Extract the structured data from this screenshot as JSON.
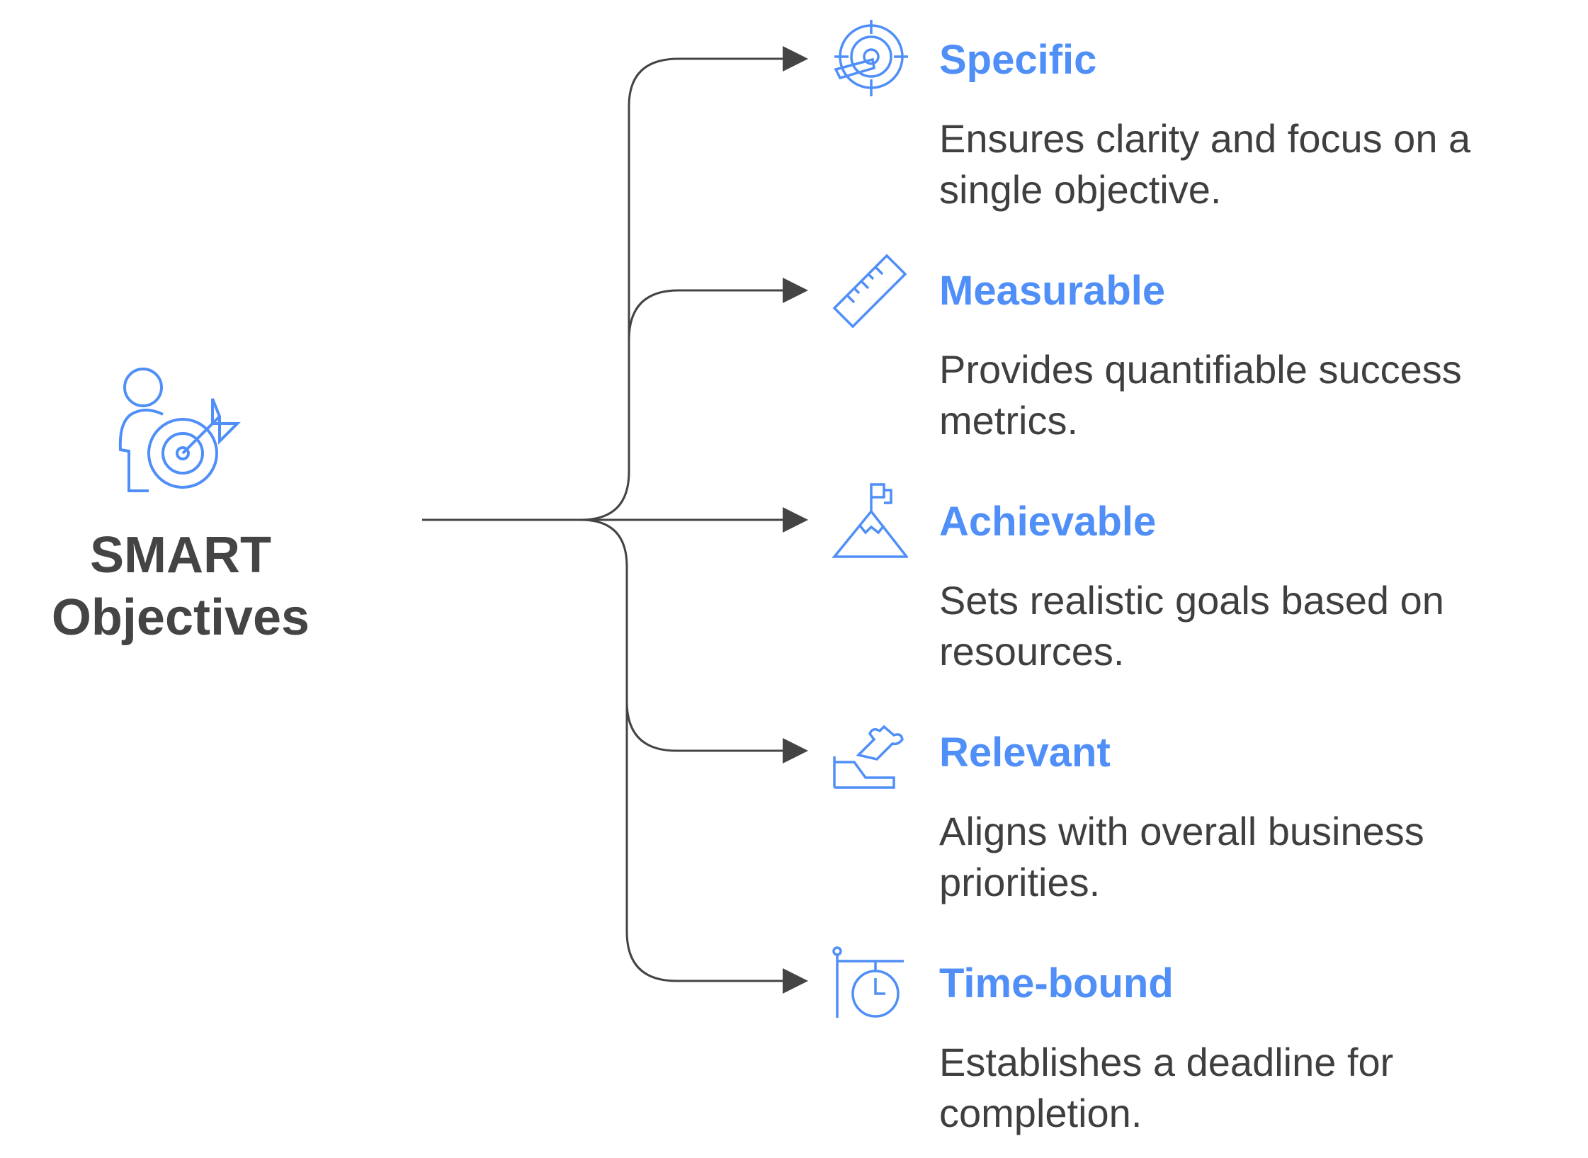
{
  "title": "SMART Objectives",
  "colors": {
    "accent": "#4f8ff7",
    "text": "#3f3f3f",
    "line": "#444444"
  },
  "items": [
    {
      "title": "Specific",
      "description": "Ensures clarity and focus on a single objective.",
      "icon": "target-hand-icon"
    },
    {
      "title": "Measurable",
      "description": "Provides quantifiable success metrics.",
      "icon": "ruler-icon"
    },
    {
      "title": "Achievable",
      "description": "Sets realistic goals based on resources.",
      "icon": "mountain-flag-icon"
    },
    {
      "title": "Relevant",
      "description": "Aligns with overall business priorities.",
      "icon": "puzzle-hand-icon"
    },
    {
      "title": "Time-bound",
      "description": "Establishes a deadline for completion.",
      "icon": "stopwatch-icon"
    }
  ]
}
